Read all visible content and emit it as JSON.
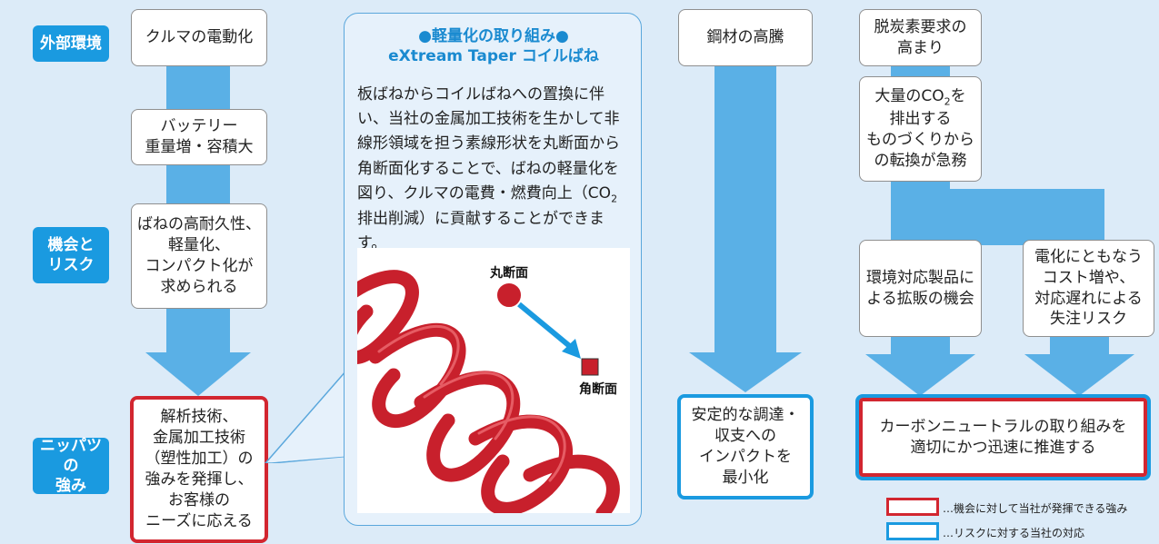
{
  "row_labels": {
    "external": "外部環境",
    "opportunity": "機会と\nリスク",
    "strength": "ニッパツの\n強み"
  },
  "col1": {
    "box1": "クルマの電動化",
    "box2": "バッテリー\n重量増・容積大",
    "box3": "ばねの高耐久性、\n軽量化、\nコンパクト化が\n求められる",
    "box4": "解析技術、\n金属加工技術\n（塑性加工）の\n強みを発揮し、\nお客様の\nニーズに応える"
  },
  "bubble": {
    "title1": "●軽量化の取り組み●",
    "title2": "eXtream Taper コイルばね",
    "body_pre": "板ばねからコイルばねへの置換に伴い、当社の金属加工技術を生かして非線形領域を担う素線形状を丸断面から角断面化することで、ばねの軽量化を図り、クルマの電費・燃費向上（CO",
    "body_sub": "2",
    "body_post": " 排出削減）に貢献することができます。",
    "label_round": "丸断面",
    "label_square": "角断面"
  },
  "col3": {
    "box1": "鋼材の高騰",
    "box2": "安定的な調達・\n収支への\nインパクトを\n最小化"
  },
  "col4": {
    "box1": "脱炭素要求の\n高まり",
    "box2_pre": "大量のCO",
    "box2_sub": "2",
    "box2_post": "を\n排出する\nものづくりから\nの転換が急務",
    "box3": "環境対応製品に\nよる拡販の機会",
    "box4": "電化にともなう\nコスト増や、\n対応遅れによる\n失注リスク",
    "box5": "カーボンニュートラルの取り組みを\n適切にかつ迅速に推進する"
  },
  "legend": {
    "red": "…機会に対して当社が発揮できる強み",
    "blue": "…リスクに対する当社の対応"
  },
  "colors": {
    "accent_blue": "#1a9ae0",
    "arrow_blue": "#5ab0e6",
    "strength_red": "#d22630",
    "spring_red": "#c8202c"
  }
}
